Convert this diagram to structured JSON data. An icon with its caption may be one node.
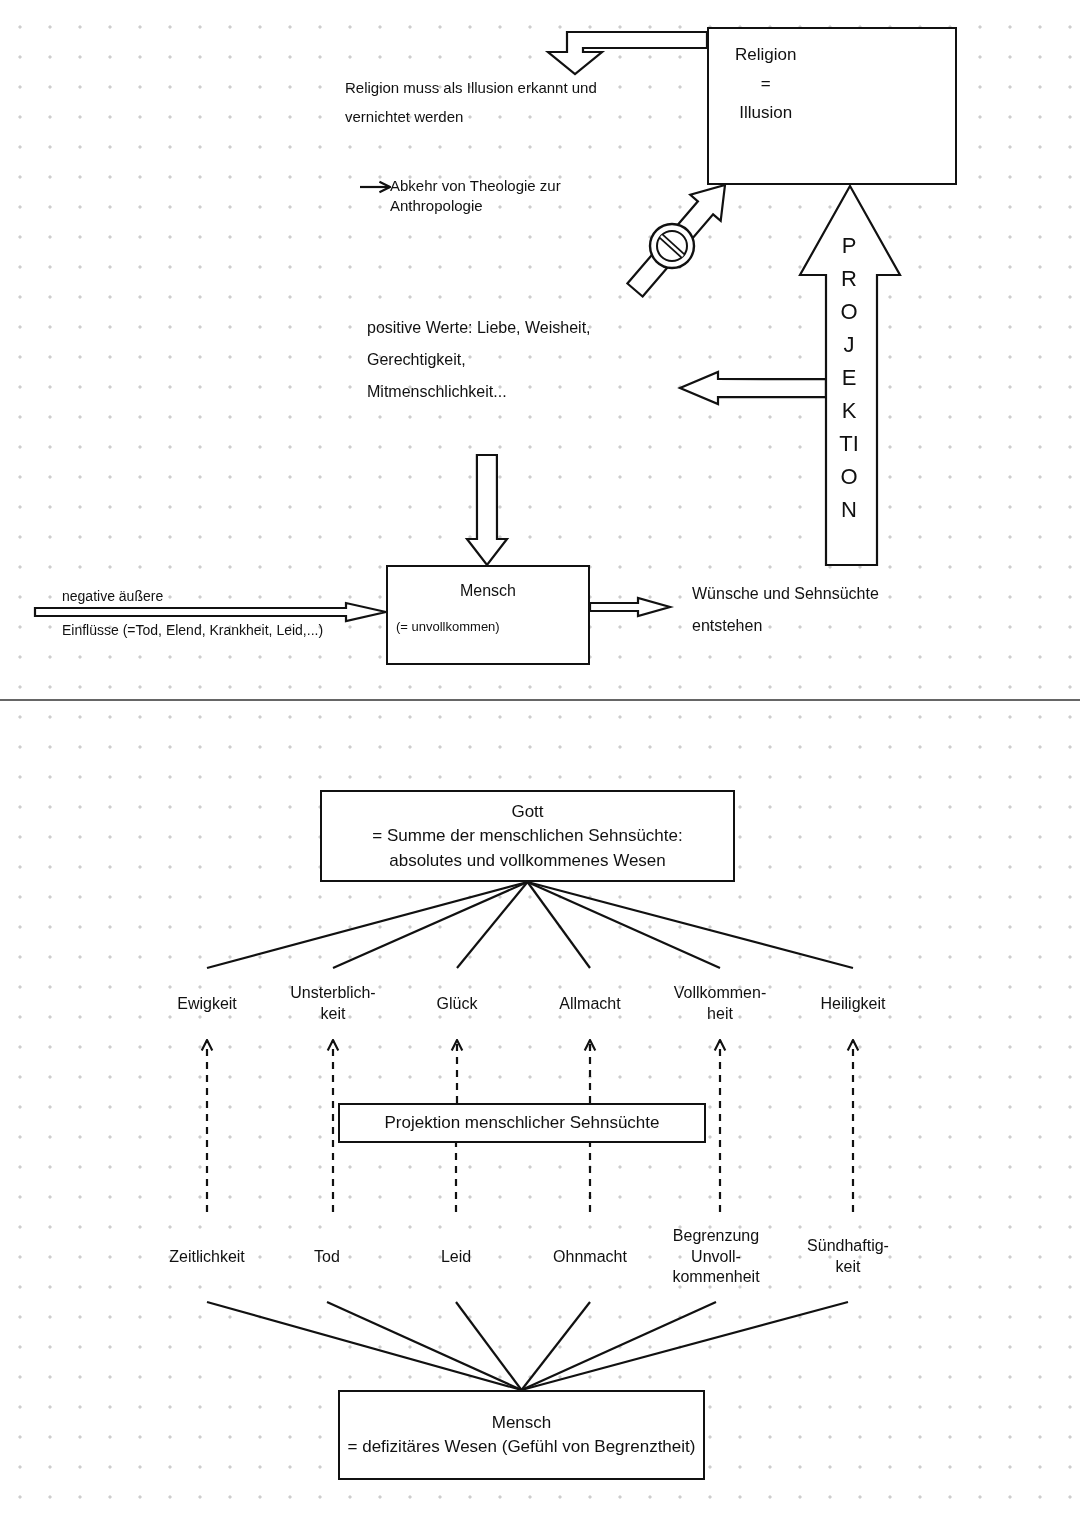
{
  "diagram": {
    "nodes": [
      {
        "text": [
          "Religion = Illusion"
        ]
      },
      {
        "text": [
          "Religion muss als Illusion erkannt und vernichtet werden"
        ]
      },
      {
        "text": [
          "Abkehr von Theologie zur Anthropologie"
        ]
      },
      {
        "text": [
          "positive Werte: Liebe, Weisheit, Gerechtigkeit, Mitmenschlichkeit..."
        ]
      },
      {
        "text": [
          "Mensch",
          "(= unvollkommen)"
        ]
      },
      {
        "text": [
          "negative äußere",
          "Einflüsse (=Tod, Elend, Krankheit, Leid,...)"
        ]
      },
      {
        "text": [
          "Wünsche und Sehnsüchte entstehen"
        ]
      },
      {
        "text": [
          "PROJEKTION"
        ]
      },
      {
        "text": [
          "Gott",
          "= Summe der menschlichen Sehnsüchte: absolutes und vollkommenes Wesen"
        ]
      },
      {
        "text": [
          "Ewigkeit"
        ]
      },
      {
        "text": [
          "Unsterblich- keit"
        ]
      },
      {
        "text": [
          "Glück"
        ]
      },
      {
        "text": [
          "Allmacht"
        ]
      },
      {
        "text": [
          "Vollkommen- heit"
        ]
      },
      {
        "text": [
          "Heiligkeit"
        ]
      },
      {
        "text": [
          "Projektion menschlicher Sehnsüchte"
        ]
      },
      {
        "text": [
          "Zeitlichkeit"
        ]
      },
      {
        "text": [
          "Tod"
        ]
      },
      {
        "text": [
          "Leid"
        ]
      },
      {
        "text": [
          "Ohnmacht"
        ]
      },
      {
        "text": [
          "Begrenzung Unvoll- kommenheit"
        ]
      },
      {
        "text": [
          "Sündhaftig- keit"
        ]
      },
      {
        "text": [
          "Mensch",
          "= defizitäres Wesen (Gefühl von Begrenztheit)"
        ]
      }
    ],
    "edges": [
      {
        "from": 0,
        "to": 1,
        "arrow": "to",
        "style": "thick"
      },
      {
        "from": null,
        "to": 2,
        "arrow": "to"
      },
      {
        "from": null,
        "to": 0,
        "arrow": "to",
        "style": "thick"
      },
      {
        "from": 7,
        "to": 3,
        "arrow": "to",
        "style": "thick"
      },
      {
        "from": 3,
        "to": 4,
        "arrow": "to",
        "style": "thick"
      },
      {
        "from": 5,
        "to": 4,
        "arrow": "to",
        "style": "thick"
      },
      {
        "from": 4,
        "to": 6,
        "arrow": "to",
        "style": "thick"
      },
      {
        "from": 8,
        "to": 9,
        "arrow": "none"
      },
      {
        "from": 8,
        "to": 10,
        "arrow": "none"
      },
      {
        "from": 8,
        "to": 11,
        "arrow": "none"
      },
      {
        "from": 8,
        "to": 12,
        "arrow": "none"
      },
      {
        "from": 8,
        "to": 13,
        "arrow": "none"
      },
      {
        "from": 8,
        "to": 14,
        "arrow": "none"
      },
      {
        "from": 22,
        "to": 16,
        "arrow": "none"
      },
      {
        "from": 22,
        "to": 17,
        "arrow": "none"
      },
      {
        "from": 22,
        "to": 18,
        "arrow": "none"
      },
      {
        "from": 22,
        "to": 19,
        "arrow": "none"
      },
      {
        "from": 22,
        "to": 20,
        "arrow": "none"
      },
      {
        "from": 22,
        "to": 21,
        "arrow": "none"
      },
      {
        "from": 16,
        "to": 9,
        "arrow": "to",
        "style": "dashed"
      },
      {
        "from": 17,
        "to": 10,
        "arrow": "to",
        "style": "dashed"
      },
      {
        "from": 18,
        "to": 15,
        "arrow": "none",
        "style": "dashed"
      },
      {
        "from": 15,
        "to": 11,
        "arrow": "to",
        "style": "dashed"
      },
      {
        "from": 19,
        "to": 15,
        "arrow": "none",
        "style": "dashed"
      },
      {
        "from": 15,
        "to": 12,
        "arrow": "to",
        "style": "dashed"
      },
      {
        "from": 20,
        "to": 13,
        "arrow": "to",
        "style": "dashed"
      },
      {
        "from": 21,
        "to": 14,
        "arrow": "to",
        "style": "dashed"
      }
    ]
  }
}
